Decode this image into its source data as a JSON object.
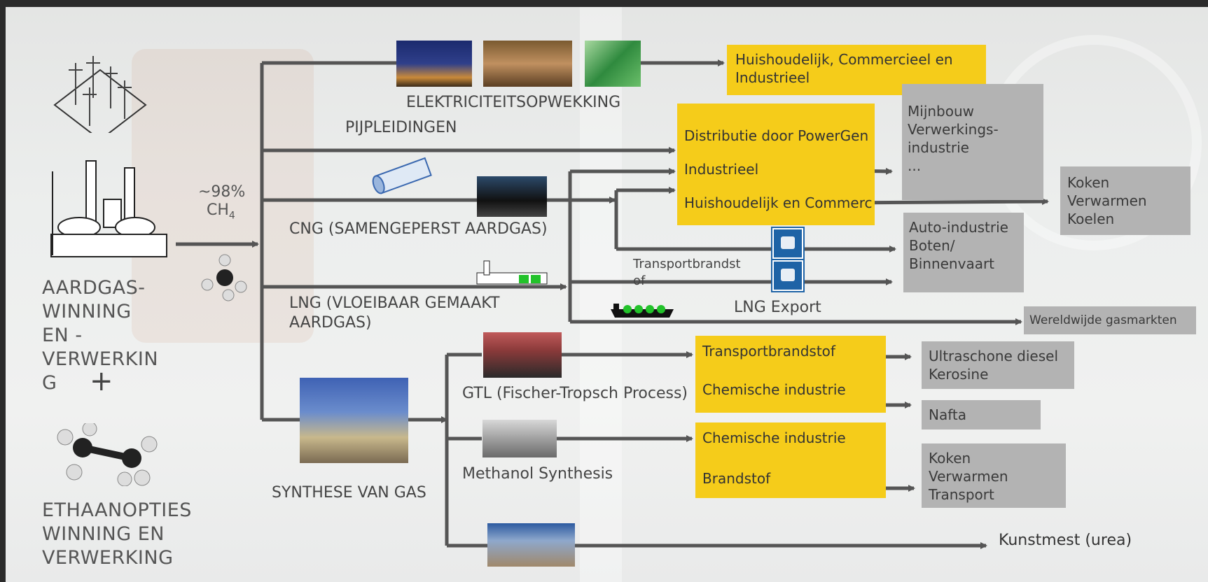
{
  "sources": {
    "natural_gas": "AARDGAS-\nWINNING\nEN -\nVERWERKIN\nG",
    "ethane": "ETHAANOPTIES\nWINNING EN\nVERWERKING",
    "plus": "+",
    "methane_pct": "~98%",
    "methane_formula": "CH",
    "methane_sub": "4"
  },
  "routes": {
    "electricity": "ELEKTRICITEITSOPWEKKING",
    "pipelines": "PIJPLEIDINGEN",
    "cng": "CNG (SAMENGEPERST AARDGAS)",
    "lng": "LNG (VLOEIBAAR GEMAAKT\nAARDGAS)",
    "synthesis": "SYNTHESE VAN GAS",
    "gtl": "GTL  (Fischer-Tropsch Process)",
    "methanol": "Methanol Synthesis",
    "transport_fuel": "Transportbrandst\nof",
    "lng_export": "LNG Export"
  },
  "yellow_boxes": {
    "households": "Huishoudelijk, Commercieel en\nIndustrieel",
    "distribution": "Distributie door PowerGen",
    "industrial": "Industrieel",
    "household_comm": "Huishoudelijk en Commerc",
    "gtl_transport": "Transportbrandstof",
    "gtl_chemical": "Chemische industrie",
    "meth_chemical": "Chemische industrie",
    "meth_fuel": "Brandstof"
  },
  "gray_boxes": {
    "mining": "Mijnbouw\nVerwerkings-\nindustrie\n...",
    "cooking": "Koken\nVerwarmen\nKoelen",
    "auto": "Auto-industrie\nBoten/\nBinnenvaart",
    "world_gas": "Wereldwijde gasmarkten",
    "diesel": "Ultraschone diesel\nKerosine",
    "naphtha": "Nafta",
    "cooking2": "Koken\nVerwarmen\nTransport"
  },
  "outputs": {
    "fertilizer": "Kunstmest (urea)"
  },
  "colors": {
    "yellow": "#f5cc1a",
    "gray": "#b3b3b3",
    "arrow": "#555555"
  }
}
